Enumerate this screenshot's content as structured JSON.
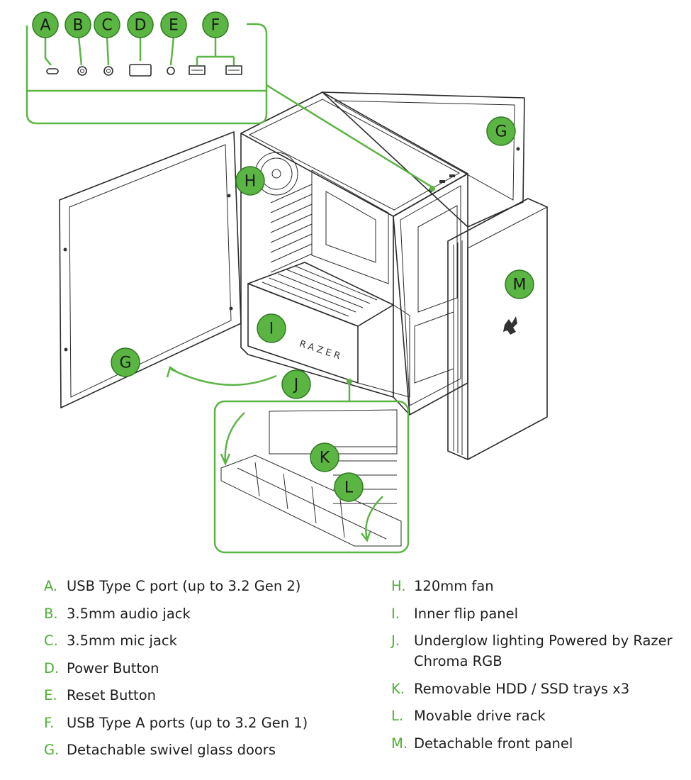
{
  "diagram": {
    "callouts": {
      "A": "A",
      "B": "B",
      "C": "C",
      "D": "D",
      "E": "E",
      "F": "F",
      "G": "G",
      "H": "H",
      "I": "I",
      "J": "J",
      "K": "K",
      "L": "L",
      "M": "M"
    },
    "psu_brand_text": "RAZER",
    "accent_color": "#5bb543"
  },
  "legend": {
    "left": [
      {
        "letter": "A.",
        "text": "USB Type C port (up to 3.2 Gen 2)"
      },
      {
        "letter": "B.",
        "text": "3.5mm audio jack"
      },
      {
        "letter": "C.",
        "text": "3.5mm mic jack"
      },
      {
        "letter": "D.",
        "text": "Power Button"
      },
      {
        "letter": "E.",
        "text": "Reset Button"
      },
      {
        "letter": "F.",
        "text": "USB Type A ports (up to 3.2 Gen 1)"
      },
      {
        "letter": "G.",
        "text": "Detachable swivel glass doors"
      }
    ],
    "right": [
      {
        "letter": "H.",
        "text": "120mm fan"
      },
      {
        "letter": "I.",
        "text": "Inner flip panel"
      },
      {
        "letter": "J.",
        "text": "Underglow lighting Powered by Razer Chroma RGB"
      },
      {
        "letter": "K.",
        "text": "Removable HDD / SSD trays x3"
      },
      {
        "letter": "L.",
        "text": "Movable drive rack"
      },
      {
        "letter": "M.",
        "text": "Detachable front panel"
      }
    ]
  }
}
